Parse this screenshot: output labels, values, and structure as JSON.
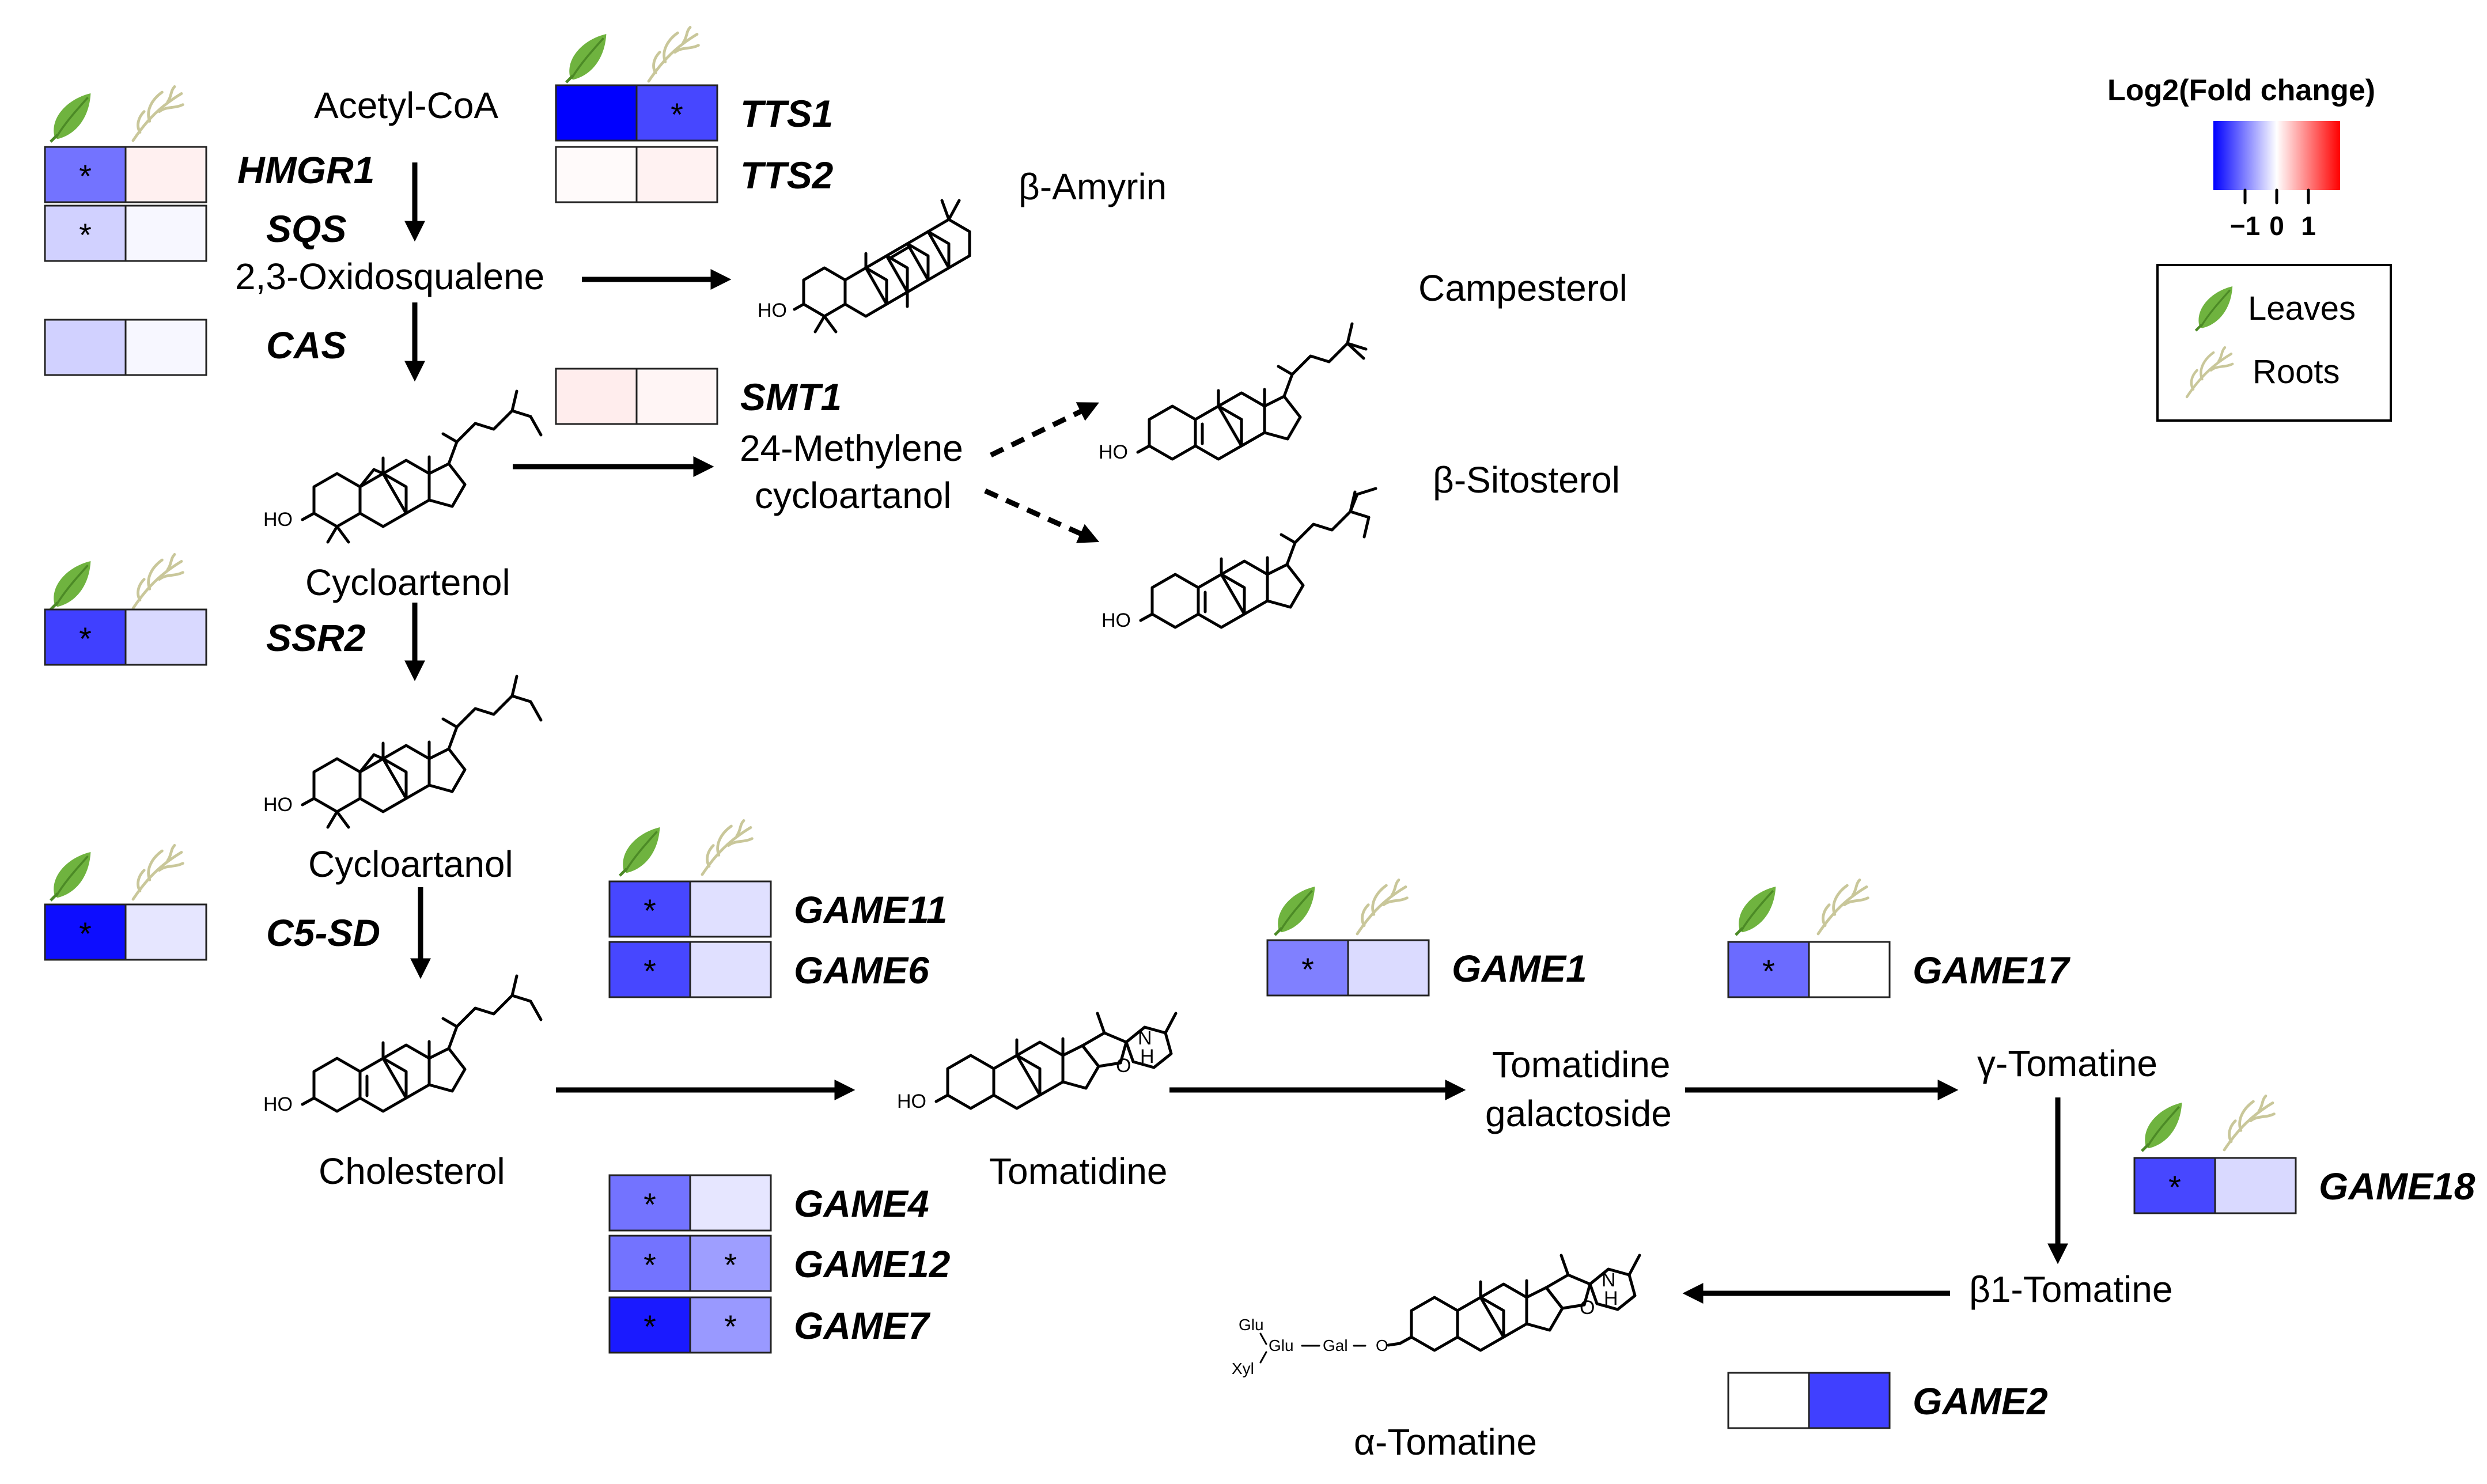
{
  "legend": {
    "title": "Log2(Fold change)",
    "ticks": [
      "−1",
      "0",
      "1"
    ],
    "leaves_label": "Leaves",
    "roots_label": "Roots",
    "colors": {
      "low": "#0000ff",
      "mid": "#ffffff",
      "high": "#ff0000"
    }
  },
  "compounds": {
    "acetyl_coa": "Acetyl-CoA",
    "oxidosqualene": "2,3-Oxidosqualene",
    "beta_amyrin": "β-Amyrin",
    "campesterol": "Campesterol",
    "methylene_1": "24-Methylene",
    "methylene_2": "cycloartanol",
    "beta_sitosterol": "β-Sitosterol",
    "cycloartenol": "Cycloartenol",
    "cycloartanol": "Cycloartanol",
    "cholesterol": "Cholesterol",
    "tomatidine": "Tomatidine",
    "tom_gal_1": "Tomatidine",
    "tom_gal_2": "galactoside",
    "gamma_tomatine": "γ-Tomatine",
    "beta1_tomatine": "β1-Tomatine",
    "alpha_tomatine": "α-Tomatine"
  },
  "atoms": {
    "ho": "HO",
    "n": "N",
    "h": "H",
    "o": "O",
    "glu": "Glu",
    "gal": "Gal",
    "xyl": "Xyl"
  },
  "genes": [
    {
      "name": "HMGR1",
      "leaves": -0.55,
      "roots": 0.06,
      "leaves_sig": true,
      "roots_sig": false
    },
    {
      "name": "SQS",
      "leaves": -0.18,
      "roots": -0.03,
      "leaves_sig": true,
      "roots_sig": false
    },
    {
      "name": "CAS",
      "leaves": -0.18,
      "roots": -0.03,
      "leaves_sig": false,
      "roots_sig": false
    },
    {
      "name": "TTS1",
      "leaves": -1.0,
      "roots": -0.72,
      "leaves_sig": false,
      "roots_sig": true
    },
    {
      "name": "TTS2",
      "leaves": 0.02,
      "roots": 0.05,
      "leaves_sig": false,
      "roots_sig": false
    },
    {
      "name": "SMT1",
      "leaves": 0.07,
      "roots": 0.04,
      "leaves_sig": false,
      "roots_sig": false
    },
    {
      "name": "SSR2",
      "leaves": -0.75,
      "roots": -0.15,
      "leaves_sig": true,
      "roots_sig": false
    },
    {
      "name": "C5-SD",
      "leaves": -0.95,
      "roots": -0.1,
      "leaves_sig": true,
      "roots_sig": false
    },
    {
      "name": "GAME11",
      "leaves": -0.72,
      "roots": -0.12,
      "leaves_sig": true,
      "roots_sig": false
    },
    {
      "name": "GAME6",
      "leaves": -0.72,
      "roots": -0.12,
      "leaves_sig": true,
      "roots_sig": false
    },
    {
      "name": "GAME4",
      "leaves": -0.55,
      "roots": -0.1,
      "leaves_sig": true,
      "roots_sig": false
    },
    {
      "name": "GAME12",
      "leaves": -0.55,
      "roots": -0.38,
      "leaves_sig": true,
      "roots_sig": true
    },
    {
      "name": "GAME7",
      "leaves": -0.9,
      "roots": -0.4,
      "leaves_sig": true,
      "roots_sig": true
    },
    {
      "name": "GAME1",
      "leaves": -0.5,
      "roots": -0.14,
      "leaves_sig": true,
      "roots_sig": false
    },
    {
      "name": "GAME17",
      "leaves": -0.58,
      "roots": 0.0,
      "leaves_sig": true,
      "roots_sig": false
    },
    {
      "name": "GAME18",
      "leaves": -0.72,
      "roots": -0.15,
      "leaves_sig": true,
      "roots_sig": false
    },
    {
      "name": "GAME2",
      "leaves": 0.0,
      "roots": -0.75,
      "leaves_sig": false,
      "roots_sig": false
    }
  ],
  "significance_mark": "*"
}
